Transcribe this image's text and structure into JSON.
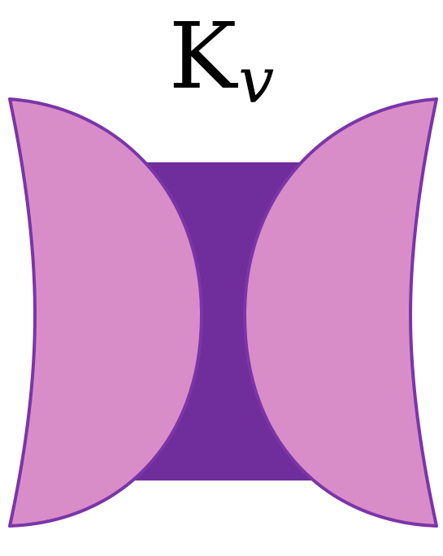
{
  "title": {
    "main": "K",
    "subscript": "v"
  },
  "colors": {
    "body_fill": "#6f2e9b",
    "lobe_fill": "#d88dc9",
    "lobe_stroke": "#7b35a8",
    "text": "#000000"
  },
  "shapes": {
    "body": "core-block",
    "left_lobe": "left-lens",
    "right_lobe": "right-lens"
  }
}
